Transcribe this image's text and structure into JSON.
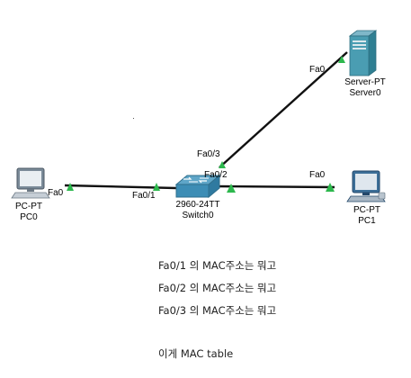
{
  "devices": {
    "pc0": {
      "type": "PC-PT",
      "name": "PC0"
    },
    "pc1": {
      "type": "PC-PT",
      "name": "PC1"
    },
    "switch0": {
      "type": "2960-24TT",
      "name": "Switch0"
    },
    "server0": {
      "type": "Server-PT",
      "name": "Server0"
    }
  },
  "ports": {
    "pc0_fa0": "Fa0",
    "switch_fa01": "Fa0/1",
    "switch_fa02": "Fa0/2",
    "switch_fa03": "Fa0/3",
    "pc1_fa0": "Fa0",
    "server_fa0": "Fa0"
  },
  "link_status_color": "#2db84d",
  "notes": [
    "Fa0/1 의 MAC주소는 뭐고",
    "Fa0/2 의 MAC주소는 뭐고",
    "Fa0/3 의 MAC주소는 뭐고"
  ],
  "footer_note": "이게 MAC table"
}
